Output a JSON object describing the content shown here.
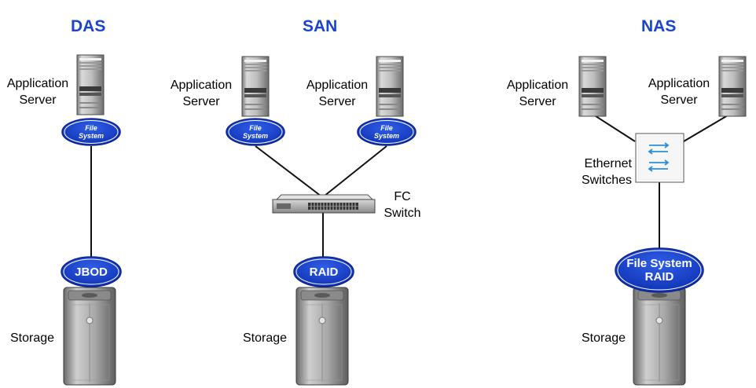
{
  "diagram": {
    "columns": [
      {
        "title": "DAS",
        "storage_label": "Storage",
        "device_label": "JBOD"
      },
      {
        "title": "SAN",
        "storage_label": "Storage",
        "device_label": "RAID",
        "switch_line1": "FC",
        "switch_line2": "Switch"
      },
      {
        "title": "NAS",
        "storage_label": "Storage",
        "device_label_line1": "File System",
        "device_label_line2": "RAID",
        "switch_line1": "Ethernet",
        "switch_line2": "Switches"
      }
    ],
    "server_line1": "Application",
    "server_line2": "Server",
    "fs_line1": "File",
    "fs_line2": "System",
    "colors": {
      "title": "#1a44cc",
      "oval": "#1437c8",
      "oval_dark": "#0b2590",
      "line": "#111111",
      "arrow": "#2a8fd8"
    }
  }
}
